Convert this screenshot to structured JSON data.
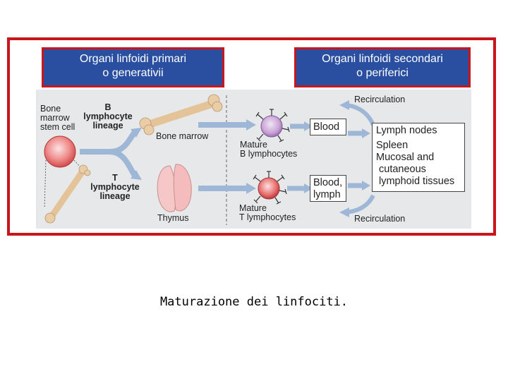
{
  "headers": {
    "primary": [
      "Organi linfoidi primari",
      "o generativii"
    ],
    "secondary": [
      "Organi linfoidi secondari",
      "o periferici"
    ]
  },
  "figure": {
    "stem_cell": [
      "Bone",
      "marrow",
      "stem cell"
    ],
    "b_lineage": [
      "B",
      "lymphocyte",
      "lineage"
    ],
    "t_lineage": [
      "T",
      "lymphocyte",
      "lineage"
    ],
    "bone_marrow": "Bone marrow",
    "thymus": "Thymus",
    "mature_b": [
      "Mature",
      "B lymphocytes"
    ],
    "mature_t": [
      "Mature",
      "T lymphocytes"
    ],
    "blood": "Blood",
    "blood_lymph": [
      "Blood,",
      "lymph"
    ],
    "recirculation_top": "Recirculation",
    "recirculation_bottom": "Recirculation",
    "tissues": [
      "Lymph nodes",
      "Spleen",
      "Mucosal and",
      "cutaneous",
      "lymphoid tissues"
    ]
  },
  "caption": "Maturazione dei linfociti.",
  "colors": {
    "frame_red": "#c8161d",
    "header_blue": "#2a4fa0",
    "arrow_blue": "#9fb7d6",
    "panel_gray": "#e7e8ea"
  }
}
